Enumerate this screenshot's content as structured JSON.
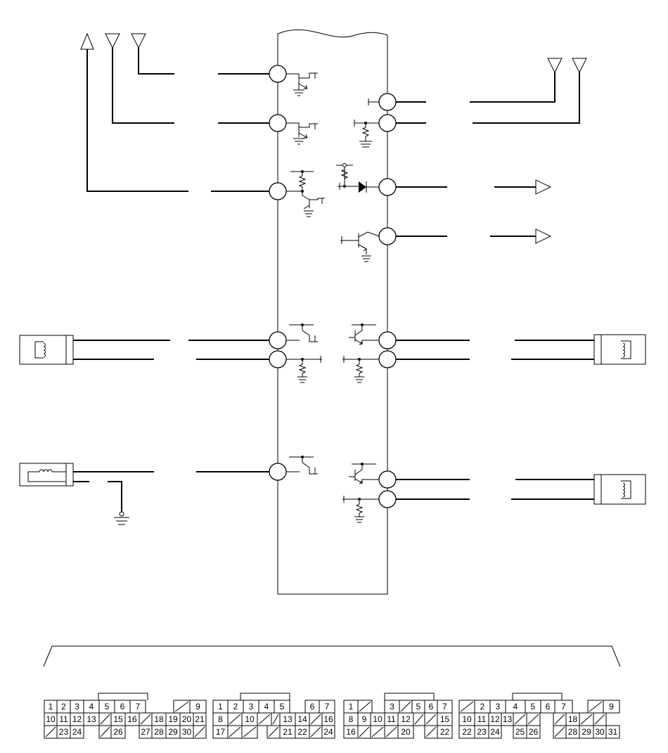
{
  "connectors": [
    {
      "name": "connector-a",
      "cells": [
        [
          "1",
          "2",
          "3",
          "4",
          "5",
          "6",
          "7",
          "",
          "/",
          "9"
        ],
        [
          "10",
          "11",
          "12",
          "13",
          "/",
          "15",
          "16",
          "/",
          "18",
          "19",
          "20",
          "21"
        ],
        [
          "/",
          "23",
          "24",
          "",
          "/",
          "26",
          "",
          "27",
          "28",
          "29",
          "30",
          "/"
        ]
      ]
    },
    {
      "name": "connector-b",
      "cells": [
        [
          "1",
          "2",
          "3",
          "4",
          "5",
          "",
          "6",
          "7"
        ],
        [
          "8",
          "/",
          "10",
          "/",
          "/",
          "13",
          "14",
          "/",
          "16"
        ],
        [
          "17",
          "/",
          "/",
          "",
          "/",
          "21",
          "22",
          "/",
          "24"
        ]
      ]
    },
    {
      "name": "connector-c",
      "cells": [
        [
          "1",
          "/",
          "",
          "3",
          "/",
          "5",
          "6",
          "7"
        ],
        [
          "8",
          "9",
          "10",
          "11",
          "12",
          "/",
          "/",
          "15"
        ],
        [
          "16",
          "/",
          "/",
          "/",
          "20",
          "",
          "/",
          "22"
        ]
      ]
    },
    {
      "name": "connector-d",
      "cells": [
        [
          "/",
          "2",
          "3",
          "4",
          "5",
          "6",
          "7",
          "",
          "/",
          "9"
        ],
        [
          "10",
          "11",
          "12",
          "13",
          "/",
          "/",
          "",
          "/",
          "18",
          "/",
          "/"
        ],
        [
          "22",
          "23",
          "24",
          "",
          "25",
          "26",
          "",
          "/",
          "28",
          "29",
          "30",
          "31"
        ]
      ]
    }
  ]
}
